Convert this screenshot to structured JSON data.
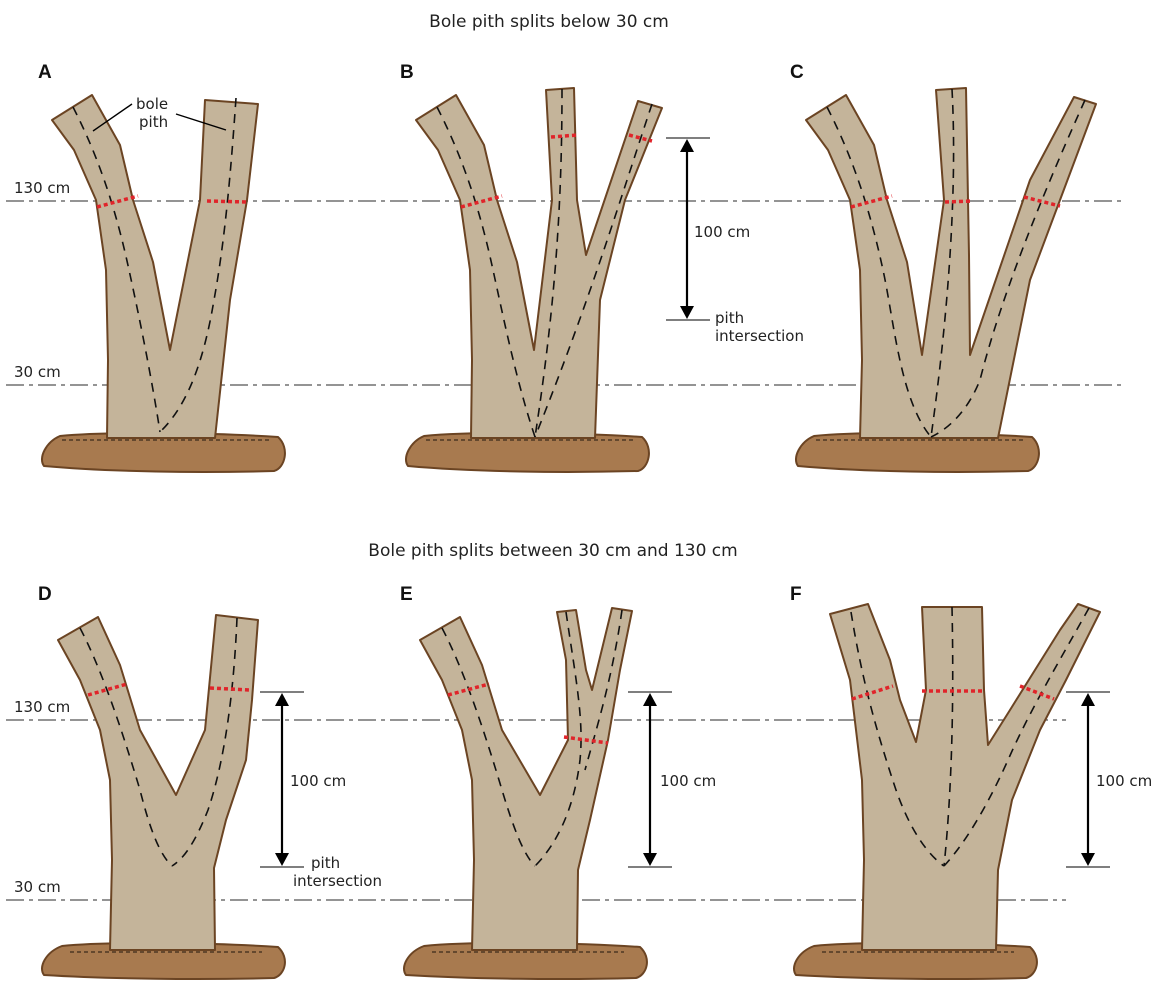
{
  "figure": {
    "top_title": "Bole pith splits below 30 cm",
    "bottom_title": "Bole pith splits between 30 cm and 130 cm",
    "panels": [
      "A",
      "B",
      "C",
      "D",
      "E",
      "F"
    ],
    "reference_heights": {
      "upper": "130 cm",
      "lower": "30 cm"
    },
    "callouts": {
      "bole_line1": "bole",
      "bole_line2": "pith",
      "distance": "100 cm",
      "pith_line1": "pith",
      "pith_line2": "intersection"
    }
  },
  "colors": {
    "trunk": "#c4b49a",
    "outline": "#6b4423",
    "soil": "#a87a4f",
    "measure_line": "#e0242a",
    "reference_line": "#555555"
  }
}
